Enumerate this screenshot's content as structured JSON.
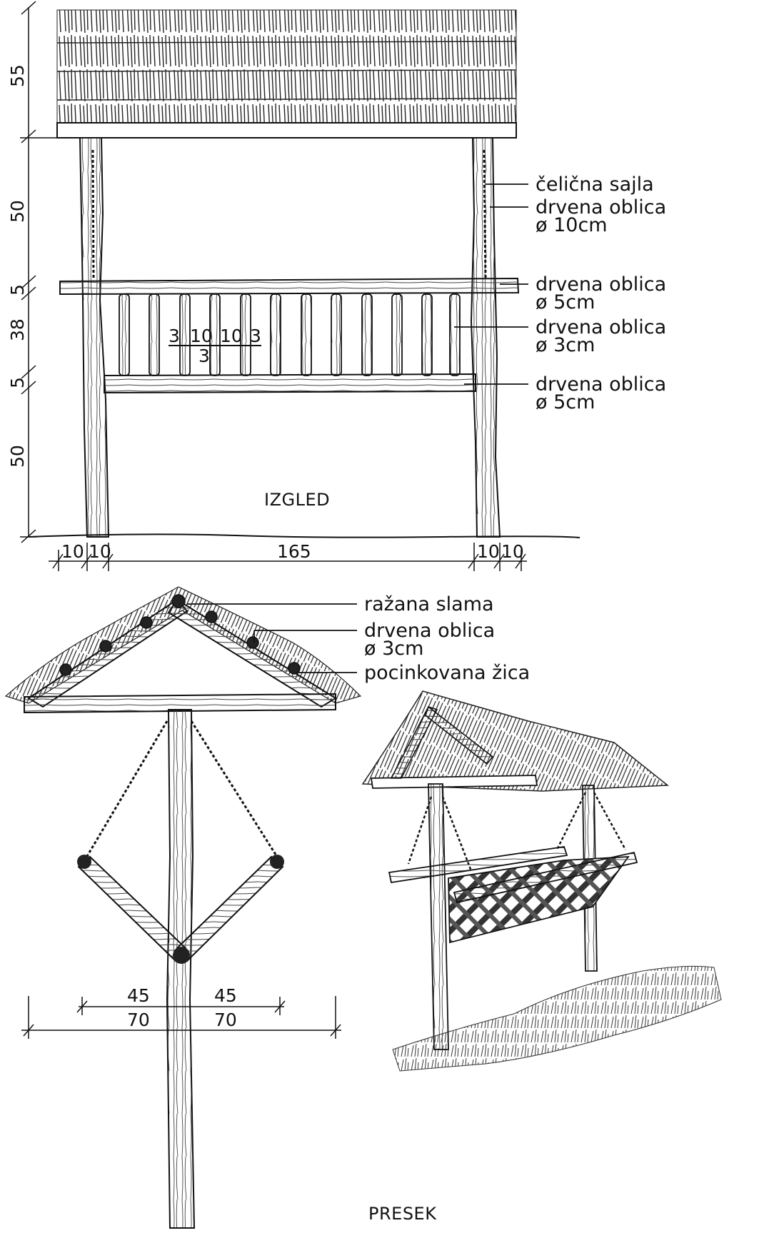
{
  "elevation": {
    "title": "IZGLED",
    "vertical_dims": [
      "55",
      "50",
      "5",
      "38",
      "5",
      "50"
    ],
    "horizontal_dims": [
      "10",
      "10",
      "165",
      "10",
      "10"
    ],
    "spacing_dims": {
      "a": "3",
      "b": "10",
      "c": "10",
      "d": "3",
      "e": "3"
    },
    "labels": [
      {
        "line1": "čelična sajla",
        "line2": ""
      },
      {
        "line1": "drvena oblica",
        "line2": "ø 10cm"
      },
      {
        "line1": "drvena oblica",
        "line2": "ø 5cm"
      },
      {
        "line1": "drvena oblica",
        "line2": "ø 3cm"
      },
      {
        "line1": "drvena oblica",
        "line2": "ø 5cm"
      }
    ]
  },
  "section": {
    "title": "PRESEK",
    "labels": [
      {
        "line1": "ražana slama",
        "line2": ""
      },
      {
        "line1": "drvena oblica",
        "line2": "ø 3cm"
      },
      {
        "line1": "pocinkovana žica",
        "line2": ""
      }
    ],
    "dims": {
      "inner_left": "45",
      "inner_right": "45",
      "outer_left": "70",
      "outer_right": "70"
    }
  }
}
